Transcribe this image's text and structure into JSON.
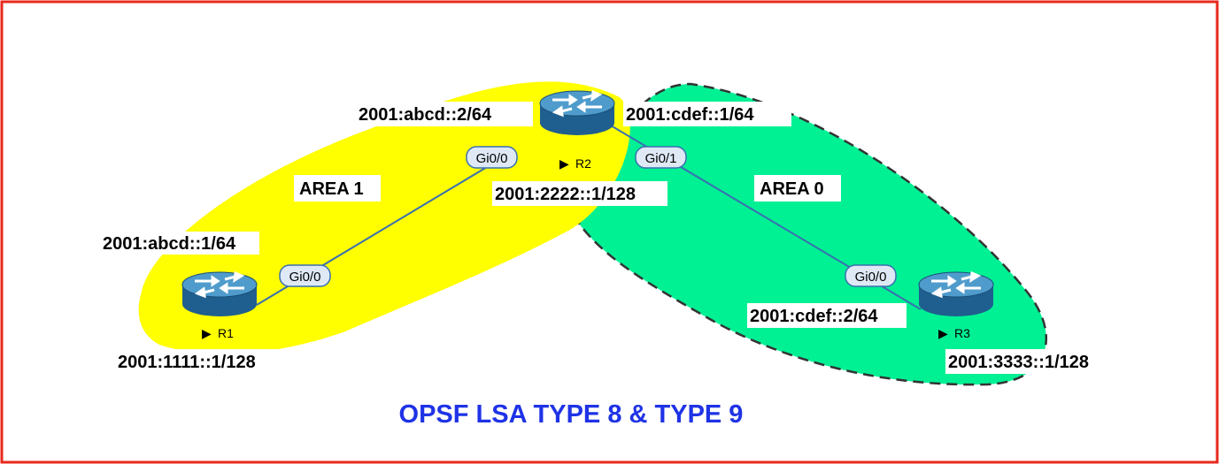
{
  "title": "OPSF LSA TYPE 8 & TYPE 9",
  "colors": {
    "frame": "#e8281c",
    "area1": "#ffff00",
    "area0": "#00f094",
    "link": "#3a6fb0",
    "router_body": "#1f5f8f",
    "router_top": "#4f9ccc",
    "title": "#1f33e6"
  },
  "areas": {
    "area1": {
      "label": "AREA 1"
    },
    "area0": {
      "label": "AREA 0"
    }
  },
  "routers": {
    "r1": {
      "name": "R1",
      "icon": "router-icon",
      "loopback": "2001:1111::1/128"
    },
    "r2": {
      "name": "R2",
      "icon": "router-icon",
      "loopback": "2001:2222::1/128"
    },
    "r3": {
      "name": "R3",
      "icon": "router-icon",
      "loopback": "2001:3333::1/128"
    }
  },
  "interfaces": {
    "r1_gi00": {
      "port": "Gi0/0",
      "address": "2001:abcd::1/64"
    },
    "r2_gi00": {
      "port": "Gi0/0",
      "address": "2001:abcd::2/64"
    },
    "r2_gi01": {
      "port": "Gi0/1",
      "address": "2001:cdef::1/64"
    },
    "r3_gi00": {
      "port": "Gi0/0",
      "address": "2001:cdef::2/64"
    }
  }
}
